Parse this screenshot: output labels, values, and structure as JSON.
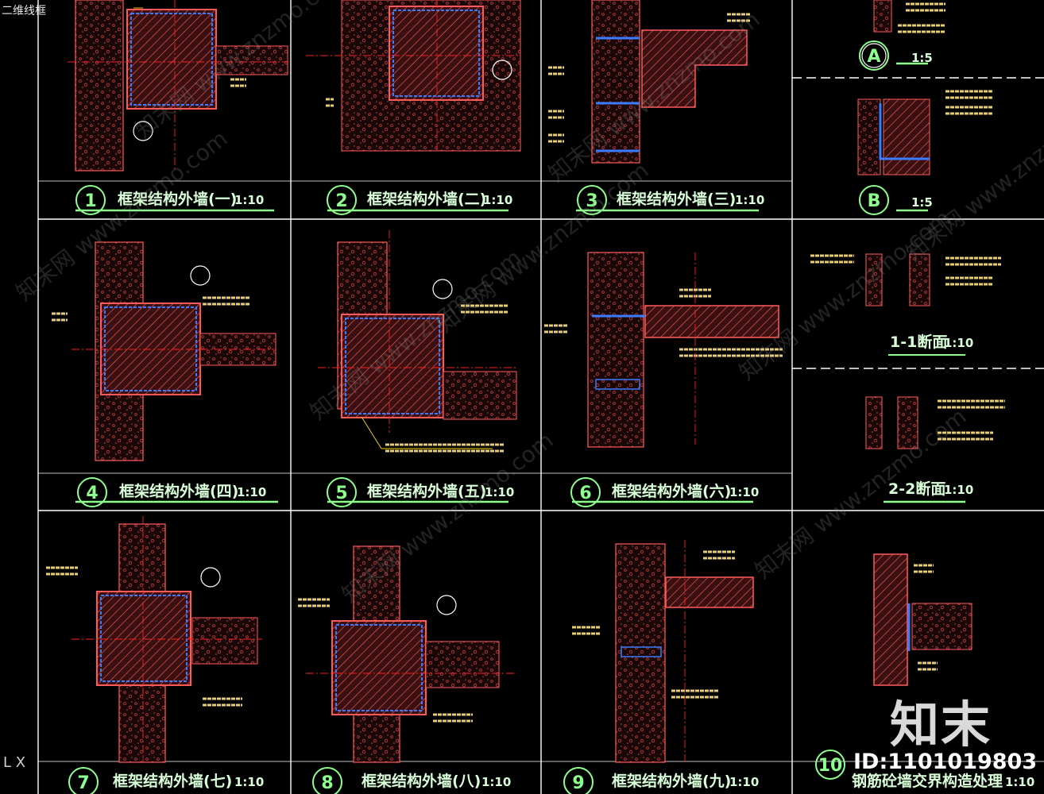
{
  "window": {
    "title_partial": "二维线框"
  },
  "brand": {
    "mark": "知末",
    "id_text": "ID:1101019803"
  },
  "corner_glyph": "L X",
  "watermark": "知末网 www.znzmo.com",
  "panels": [
    {
      "num": "1",
      "title": "框架结构外墙(一)",
      "scale": "1:10"
    },
    {
      "num": "2",
      "title": "框架结构外墙(二)",
      "scale": "1:10"
    },
    {
      "num": "3",
      "title": "框架结构外墙(三)",
      "scale": "1:10"
    },
    {
      "num": "B",
      "title": "",
      "scale": "1:5"
    },
    {
      "num": "A",
      "title": "",
      "scale": "1:5"
    },
    {
      "num": "4",
      "title": "框架结构外墙(四)",
      "scale": "1:10"
    },
    {
      "num": "5",
      "title": "框架结构外墙(五)",
      "scale": "1:10"
    },
    {
      "num": "6",
      "title": "框架结构外墙(六)",
      "scale": "1:10"
    },
    {
      "num": "",
      "title": "1-1断面",
      "scale": "1:10"
    },
    {
      "num": "",
      "title": "2-2断面",
      "scale": "1:10"
    },
    {
      "num": "7",
      "title": "框架结构外墙(七)",
      "scale": "1:10"
    },
    {
      "num": "8",
      "title": "框架结构外墙(八)",
      "scale": "1:10"
    },
    {
      "num": "9",
      "title": "框架结构外墙(九)",
      "scale": "1:10"
    },
    {
      "num": "10",
      "title": "钢筋砼墙交界构造处理",
      "scale": "1:10"
    }
  ],
  "colors": {
    "grid": "#ffffff",
    "wall_red": "#ff5a5a",
    "liner_blue": "#3a7bff",
    "centerline": "#ff2020",
    "leader": "#ffd700",
    "title_green": "#8dff8d",
    "concrete": "#5a1a1a"
  }
}
